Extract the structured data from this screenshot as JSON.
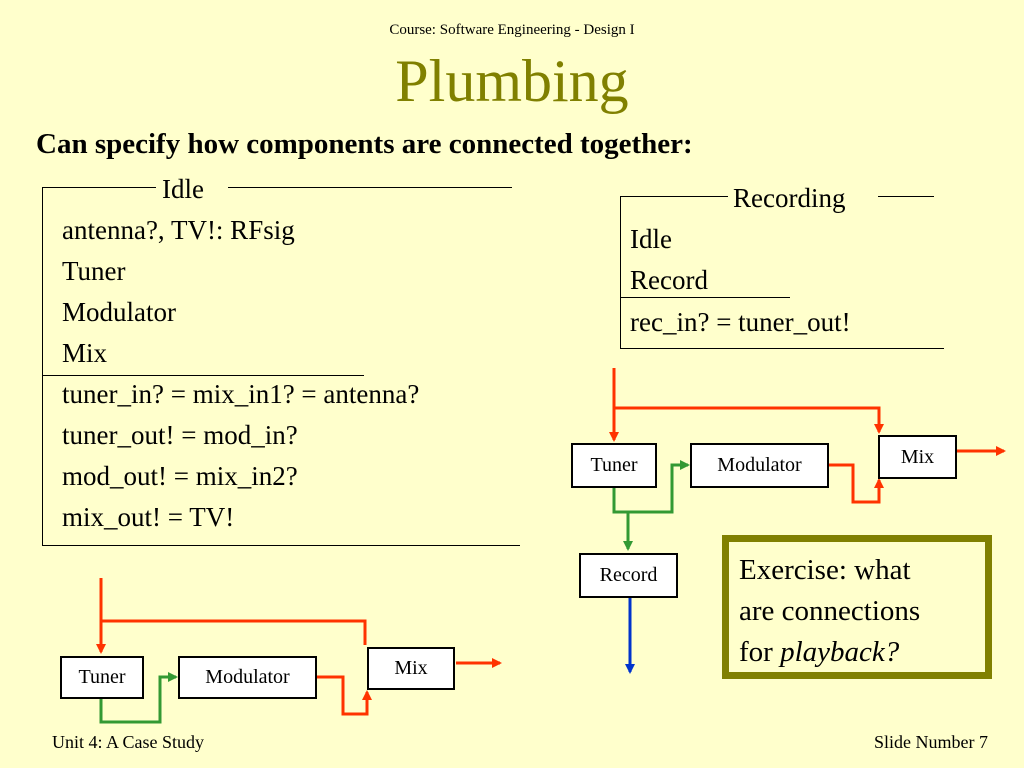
{
  "header": {
    "course": "Course: Software Engineering -  Design I",
    "title": "Plumbing"
  },
  "intro": "Can specify how components are connected together:",
  "idle_schema": {
    "name": "Idle",
    "declarations": [
      "antenna?, TV!: RFsig",
      "Tuner",
      "Modulator",
      "Mix"
    ],
    "predicates": [
      "tuner_in? = mix_in1? = antenna?",
      "tuner_out! = mod_in?",
      "mod_out! = mix_in2?",
      "mix_out! = TV!"
    ]
  },
  "recording_schema": {
    "name": "Recording",
    "declarations": [
      "Idle",
      "Record"
    ],
    "predicates": [
      "rec_in? = tuner_out!"
    ]
  },
  "diagram_idle": {
    "tuner": "Tuner",
    "modulator": "Modulator",
    "mix": "Mix"
  },
  "diagram_recording": {
    "tuner": "Tuner",
    "modulator": "Modulator",
    "mix": "Mix",
    "record": "Record"
  },
  "exercise": {
    "line1": "Exercise: what",
    "line2": "are connections",
    "line3_prefix": "for ",
    "line3_emphasis": "playback?"
  },
  "footer": {
    "left": "Unit 4: A Case Study",
    "right": "Slide Number 7"
  },
  "colors": {
    "title": "#808000",
    "background": "#ffffcc",
    "wire_red": "#ff3300",
    "wire_green": "#339933",
    "wire_blue": "#0033cc",
    "exercise_border": "#808000"
  }
}
